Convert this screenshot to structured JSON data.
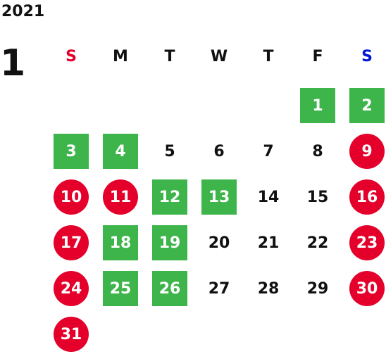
{
  "calendar": {
    "year": "2021",
    "month": "1",
    "weekdays": [
      {
        "label": "S",
        "color": "#e4002b"
      },
      {
        "label": "M",
        "color": "#111111"
      },
      {
        "label": "T",
        "color": "#111111"
      },
      {
        "label": "W",
        "color": "#111111"
      },
      {
        "label": "T",
        "color": "#111111"
      },
      {
        "label": "F",
        "color": "#111111"
      },
      {
        "label": "S",
        "color": "#0018d4"
      }
    ],
    "styles": {
      "green": "#3db54a",
      "red": "#e4002b"
    },
    "weeks": [
      [
        null,
        null,
        null,
        null,
        null,
        {
          "day": "1",
          "style": "green"
        },
        {
          "day": "2",
          "style": "green"
        }
      ],
      [
        {
          "day": "3",
          "style": "green"
        },
        {
          "day": "4",
          "style": "green"
        },
        {
          "day": "5",
          "style": "plain"
        },
        {
          "day": "6",
          "style": "plain"
        },
        {
          "day": "7",
          "style": "plain"
        },
        {
          "day": "8",
          "style": "plain"
        },
        {
          "day": "9",
          "style": "red"
        }
      ],
      [
        {
          "day": "10",
          "style": "red"
        },
        {
          "day": "11",
          "style": "red"
        },
        {
          "day": "12",
          "style": "green"
        },
        {
          "day": "13",
          "style": "green"
        },
        {
          "day": "14",
          "style": "plain"
        },
        {
          "day": "15",
          "style": "plain"
        },
        {
          "day": "16",
          "style": "red"
        }
      ],
      [
        {
          "day": "17",
          "style": "red"
        },
        {
          "day": "18",
          "style": "green"
        },
        {
          "day": "19",
          "style": "green"
        },
        {
          "day": "20",
          "style": "plain"
        },
        {
          "day": "21",
          "style": "plain"
        },
        {
          "day": "22",
          "style": "plain"
        },
        {
          "day": "23",
          "style": "red"
        }
      ],
      [
        {
          "day": "24",
          "style": "red"
        },
        {
          "day": "25",
          "style": "green"
        },
        {
          "day": "26",
          "style": "green"
        },
        {
          "day": "27",
          "style": "plain"
        },
        {
          "day": "28",
          "style": "plain"
        },
        {
          "day": "29",
          "style": "plain"
        },
        {
          "day": "30",
          "style": "red"
        }
      ],
      [
        {
          "day": "31",
          "style": "red"
        },
        null,
        null,
        null,
        null,
        null,
        null
      ]
    ]
  }
}
